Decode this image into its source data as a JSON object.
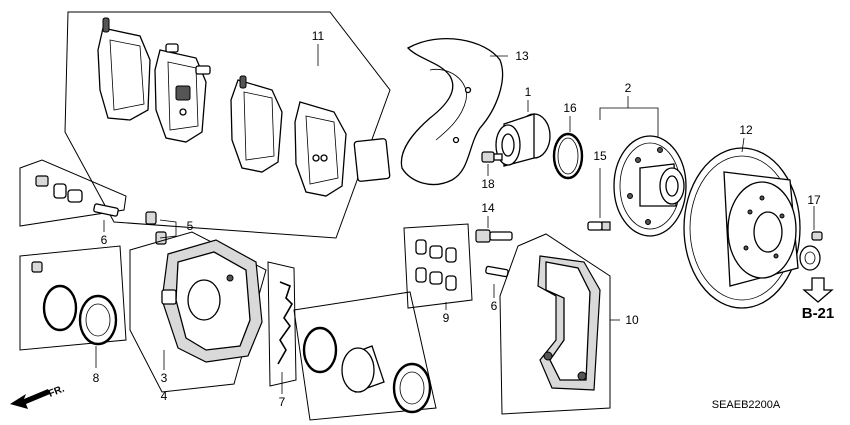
{
  "callouts": {
    "c1": "1",
    "c2": "2",
    "c3": "3",
    "c4": "4",
    "c5": "5",
    "c6a": "6",
    "c6b": "6",
    "c7": "7",
    "c8": "8",
    "c9": "9",
    "c10": "10",
    "c11": "11",
    "c12": "12",
    "c13": "13",
    "c14": "14",
    "c15": "15",
    "c16": "16",
    "c17": "17",
    "c18": "18"
  },
  "reference": {
    "label": "B-21"
  },
  "direction": {
    "label": "FR."
  },
  "diagram_code": "SEAEB2200A",
  "icons": {
    "arrow": "down-arrow-icon",
    "direction": "front-direction-arrow-icon"
  }
}
